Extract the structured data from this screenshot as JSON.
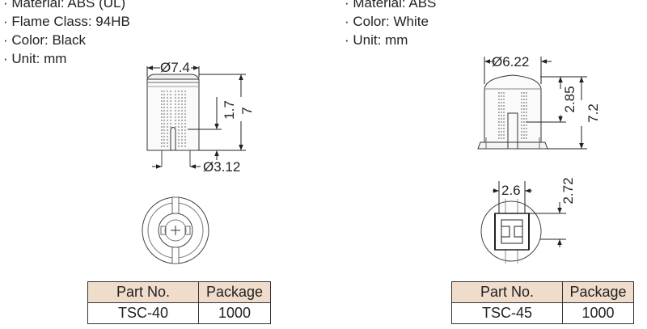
{
  "left_product": {
    "specs": [
      "Material: ABS (UL)",
      "Flame Class: 94HB",
      "Color: Black",
      "Unit: mm"
    ],
    "dims": {
      "top_diameter": "Ø7.4",
      "slot_depth": "1.7",
      "height": "7",
      "bore_diameter": "Ø3.12"
    },
    "table": {
      "headers": [
        "Part No.",
        "Package"
      ],
      "row": [
        "TSC-40",
        "1000"
      ]
    }
  },
  "right_product": {
    "specs": [
      "Material: ABS",
      "Color: White",
      "Unit: mm"
    ],
    "dims": {
      "top_diameter": "Ø6.22",
      "inner_height": "2.85",
      "height": "7.2",
      "slot_width": "2.6",
      "slot_height": "2.72"
    },
    "table": {
      "headers": [
        "Part No.",
        "Package"
      ],
      "row": [
        "TSC-45",
        "1000"
      ]
    }
  }
}
